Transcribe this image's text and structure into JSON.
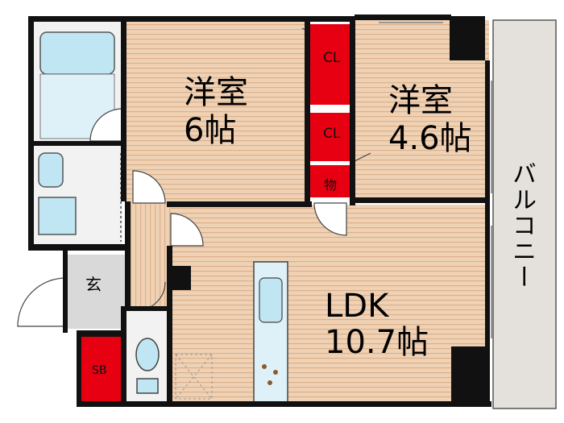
{
  "rooms": {
    "western1": {
      "name": "洋室",
      "size": "6帖"
    },
    "western2": {
      "name": "洋室",
      "size": "4.6帖"
    },
    "ldk": {
      "name": "LDK",
      "size": "10.7帖"
    }
  },
  "storage": {
    "cl1": "CL",
    "cl2": "CL",
    "mono": "物",
    "sb": "SB"
  },
  "entrance": "玄",
  "balcony": "バルコニー",
  "colors": {
    "wall": "#111111",
    "floor": "#efd2b5",
    "floor_stripe": "#dcb08a",
    "tile": "#f2f2f2",
    "water": "#bfe6f2",
    "storage": "#e60012",
    "balcony": "#e4e1dd",
    "entry": "#d9d9d9"
  }
}
